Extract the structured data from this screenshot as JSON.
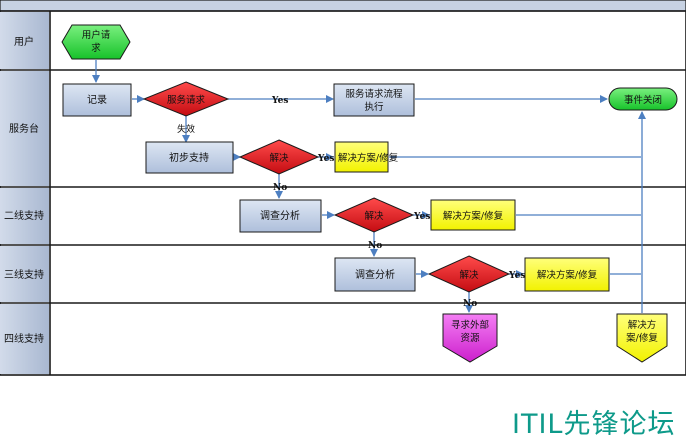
{
  "lanes": [
    {
      "id": "user",
      "label": "用户"
    },
    {
      "id": "servicedesk",
      "label": "服务台"
    },
    {
      "id": "line2",
      "label": "二线支持"
    },
    {
      "id": "line3",
      "label": "三线支持"
    },
    {
      "id": "line4",
      "label": "四线支持"
    }
  ],
  "nodes": {
    "user_request": {
      "lines": [
        "用户请",
        "求"
      ]
    },
    "record": {
      "lines": [
        "记录"
      ]
    },
    "service_request": {
      "lines": [
        "服务请求"
      ]
    },
    "service_flow": {
      "lines": [
        "服务请求流程",
        "执行"
      ]
    },
    "incident_close": {
      "lines": [
        "事件关闭"
      ]
    },
    "initial_support": {
      "lines": [
        "初步支持"
      ]
    },
    "resolve1": {
      "lines": [
        "解决"
      ]
    },
    "solution1": {
      "lines": [
        "解决方案/修复"
      ]
    },
    "analysis2": {
      "lines": [
        "调查分析"
      ]
    },
    "resolve2": {
      "lines": [
        "解决"
      ]
    },
    "solution2": {
      "lines": [
        "解决方案/修复"
      ]
    },
    "analysis3": {
      "lines": [
        "调查分析"
      ]
    },
    "resolve3": {
      "lines": [
        "解决"
      ]
    },
    "solution3": {
      "lines": [
        "解决方案/修复"
      ]
    },
    "external": {
      "lines": [
        "寻求外部",
        "资源"
      ]
    },
    "solution4": {
      "lines": [
        "解决方",
        "案/修复"
      ]
    }
  },
  "edge_labels": {
    "yes": "Yes",
    "no": "No",
    "fail": "失效"
  },
  "watermark": "ITIL先锋论坛",
  "colors": {
    "lane_header": "#b7c4d9",
    "process": "#c3d1e6",
    "decision": "#e3141b",
    "solution": "#ffff33",
    "start": "#33dd44",
    "external": "#e040e0",
    "connector": "#4d7fc1",
    "watermark": "#0e9a8a"
  }
}
